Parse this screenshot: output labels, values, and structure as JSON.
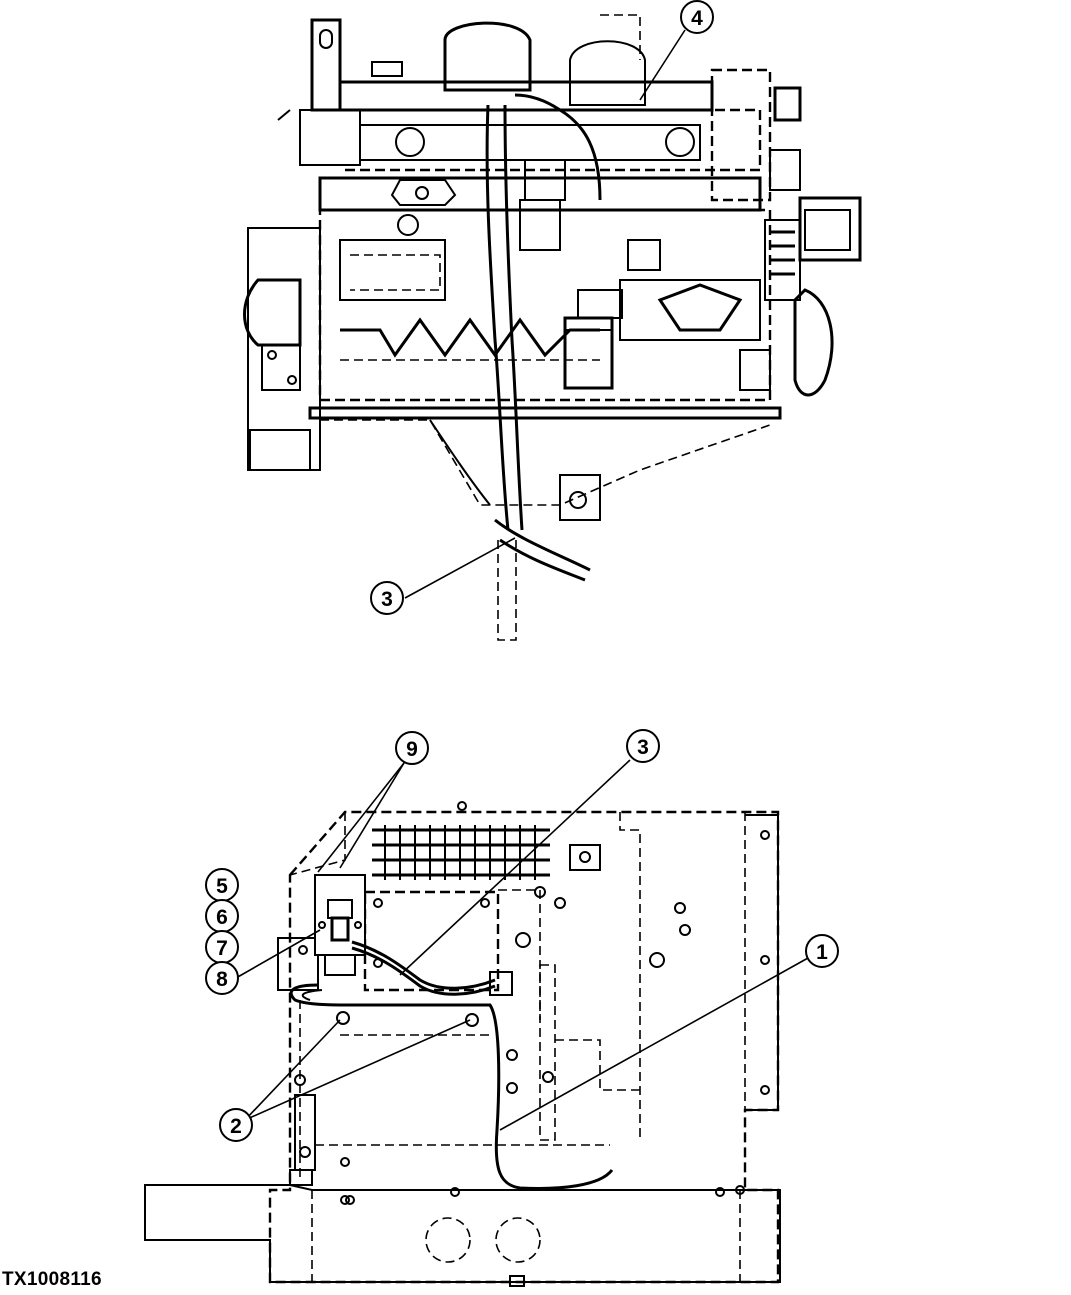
{
  "figure": {
    "id": "TX1008116"
  },
  "callouts": {
    "c4_top": "4",
    "c3_top": "3",
    "c9": "9",
    "c3_bottom": "3",
    "c5": "5",
    "c6": "6",
    "c7": "7",
    "c8": "8",
    "c1": "1",
    "c2": "2"
  }
}
